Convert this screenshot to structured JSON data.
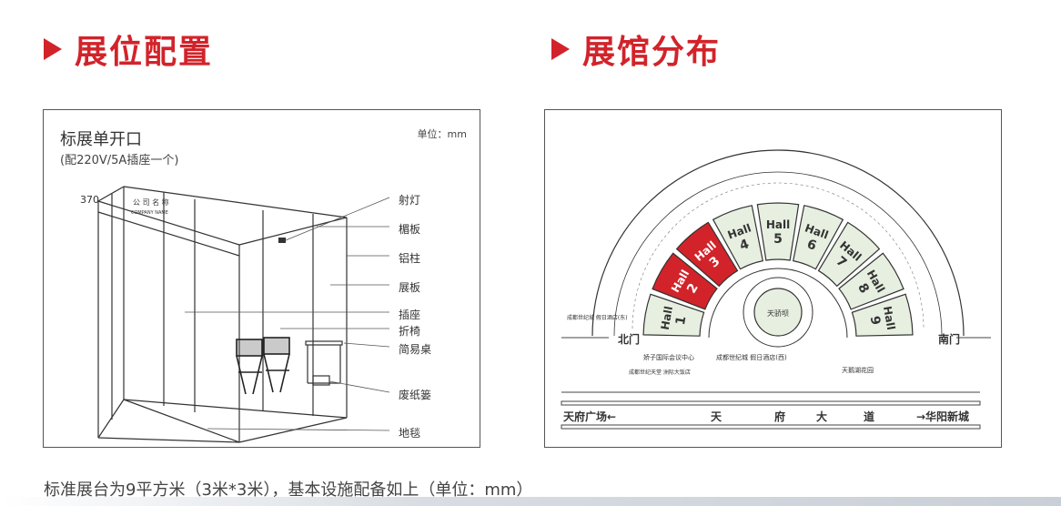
{
  "sections": {
    "left_title": "展位配置",
    "right_title": "展馆分布"
  },
  "booth": {
    "title": "标展单开口",
    "subtitle": "(配220V/5A插座一个)",
    "unit": "单位：mm",
    "height_label": "370",
    "company_cn": "公 司 名 称",
    "company_en": "COMPANY NAME",
    "labels": [
      "射灯",
      "楣板",
      "铝柱",
      "展板",
      "插座",
      "折椅",
      "简易桌",
      "废纸篓",
      "地毯"
    ]
  },
  "map": {
    "halls": [
      {
        "hall": "Hall",
        "num": "1",
        "highlight": false
      },
      {
        "hall": "Hall",
        "num": "2",
        "highlight": true
      },
      {
        "hall": "Hall",
        "num": "3",
        "highlight": true
      },
      {
        "hall": "Hall",
        "num": "4",
        "highlight": false
      },
      {
        "hall": "Hall",
        "num": "5",
        "highlight": false
      },
      {
        "hall": "Hall",
        "num": "6",
        "highlight": false
      },
      {
        "hall": "Hall",
        "num": "7",
        "highlight": false
      },
      {
        "hall": "Hall",
        "num": "8",
        "highlight": false
      },
      {
        "hall": "Hall",
        "num": "9",
        "highlight": false
      }
    ],
    "center_label": "天骄坝",
    "north_gate": "北门",
    "south_gate": "南门",
    "hotel_east": "成都世纪城\n假日酒店(东)",
    "lion_center": "娇子国际会议中心",
    "hotel_west": "成都世纪城\n假日酒店(西)",
    "tianfu_hotel": "成都世纪天堂\n洲际大饭店",
    "lake_garden": "天鹅湖花园",
    "road_left": "天府广场←",
    "road_chars": [
      "天",
      "府",
      "大",
      "道"
    ],
    "road_right": "→华阳新城"
  },
  "footer": "标准展台为9平方米（3米*3米），基本设施配备如上（单位：mm）",
  "colors": {
    "accent": "#d2232a",
    "hall_fill": "#e6efe0",
    "hall_highlight": "#d2232a"
  }
}
